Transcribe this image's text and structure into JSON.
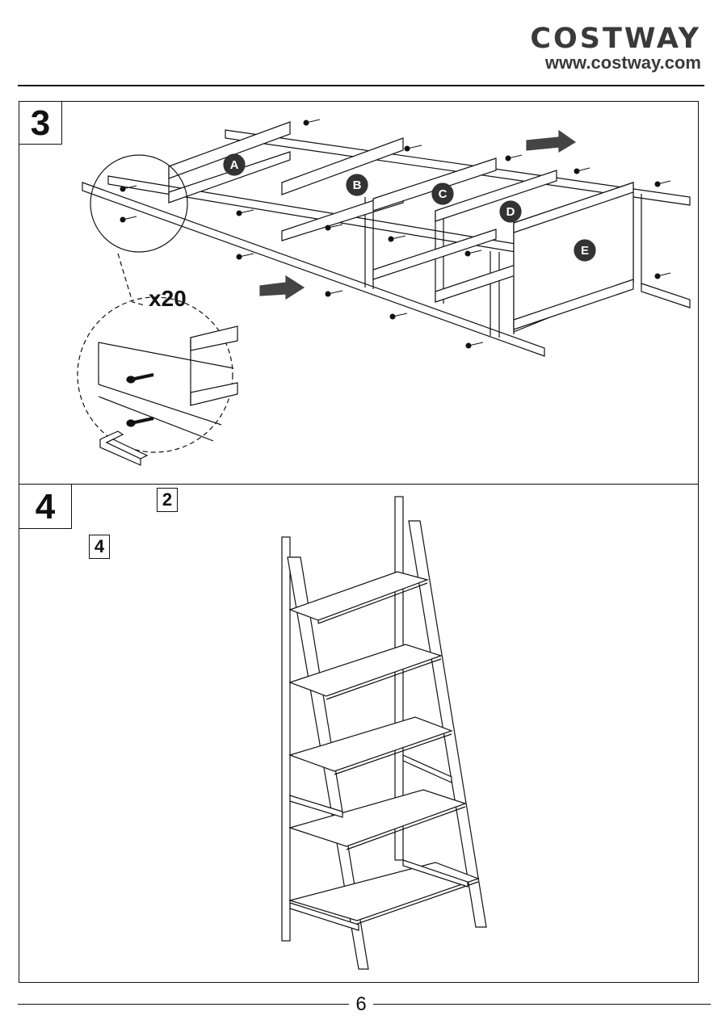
{
  "header": {
    "brand_name": "COSTWAY",
    "brand_url": "www.costway.com"
  },
  "step3": {
    "number": "3",
    "quantity_label": "x20",
    "hardware_part": "2",
    "tool_part": "4",
    "panel_labels": [
      "A",
      "B",
      "C",
      "D",
      "E"
    ]
  },
  "step4": {
    "number": "4"
  },
  "footer": {
    "page_number": "6"
  }
}
